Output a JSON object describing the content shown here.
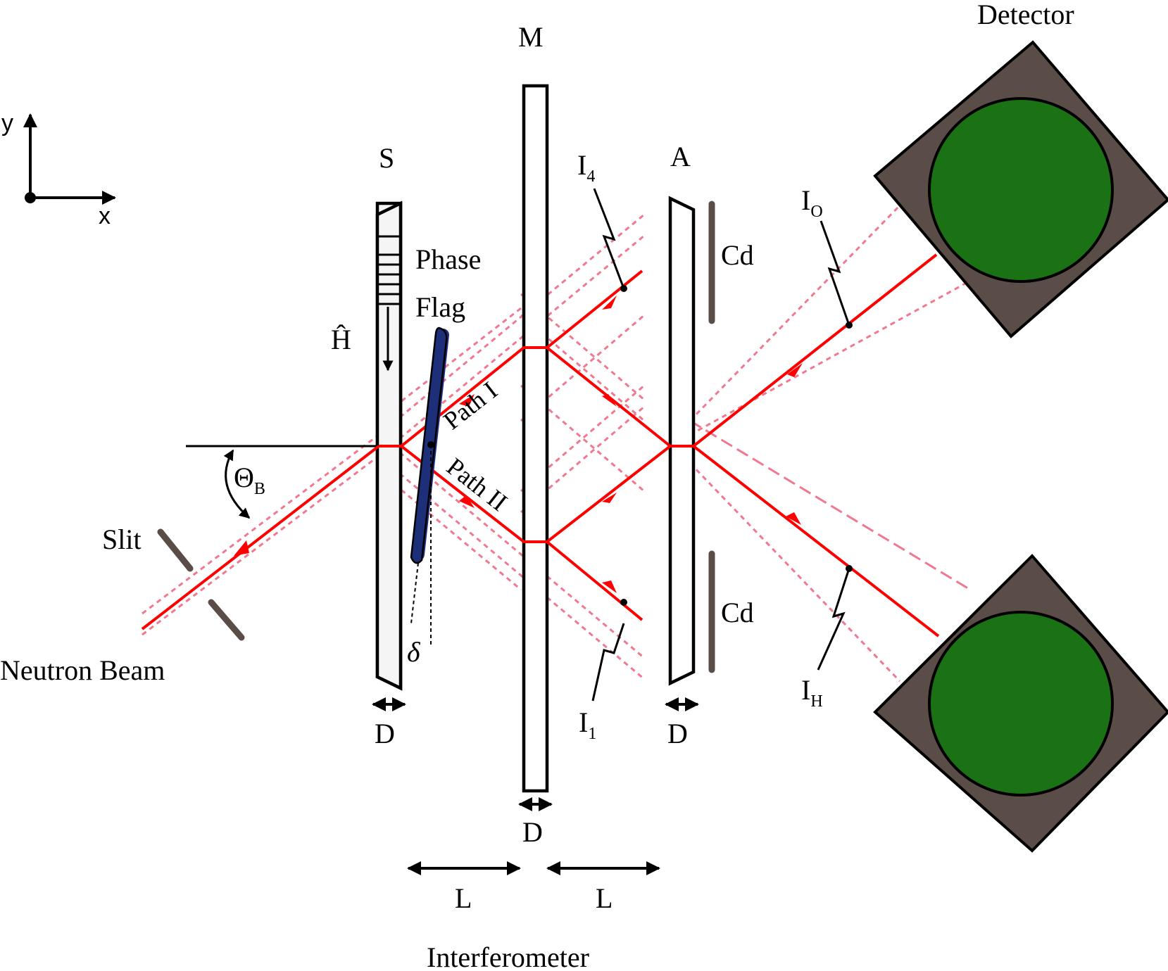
{
  "labels": {
    "axis_y": "y",
    "axis_x": "x",
    "splitter": "S",
    "mirror": "M",
    "analyzer": "A",
    "phase_flag_line1": "Phase",
    "phase_flag_line2": "Flag",
    "h_hat": "Ĥ",
    "theta": "Θ",
    "theta_sub": "B",
    "slit": "Slit",
    "neutron_beam": "Neutron Beam",
    "path_1": "Path I",
    "path_2": "Path II",
    "delta": "δ",
    "cd_top": "Cd",
    "cd_bottom": "Cd",
    "i4": "I",
    "i4_sub": "4",
    "i1": "I",
    "i1_sub": "1",
    "io": "I",
    "io_sub": "O",
    "ih": "I",
    "ih_sub": "H",
    "detector": "Detector",
    "d_s": "D",
    "d_m": "D",
    "d_a": "D",
    "l_left": "L",
    "l_right": "L",
    "interferometer": "Interferometer"
  },
  "colors": {
    "beam": "#ff0000",
    "beam_envelope": "#f07890",
    "phase_flag": "#1e2f7a",
    "detector_housing": "#5a4c47",
    "detector_window": "#1a7214",
    "cadmium": "#5a4c47"
  }
}
